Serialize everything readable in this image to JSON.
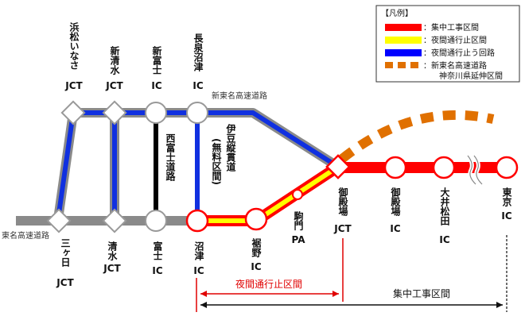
{
  "legend": {
    "title": "【凡例】",
    "items": [
      {
        "label": "：集中工事区間",
        "color": "#ff0000"
      },
      {
        "label": "：夜間通行止区間",
        "color": "#ffff00"
      },
      {
        "label": "：夜間通行止う回路",
        "color": "#0000ff"
      },
      {
        "label": "：新東名高速道路",
        "color": "#e07000"
      }
    ],
    "note": "神奈川県延伸区間"
  },
  "roads": {
    "shin_tomei": "新東名高速道路",
    "tomei": "東名高速道路",
    "nishi_fuji": "西富士道路",
    "izu_jukan": "伊豆縦貫道",
    "izu_jukan_note": "(無料区間)"
  },
  "nodes": {
    "hamamatsu_inasa": "浜松いなさ",
    "hamamatsu_inasa_sfx": "JCT",
    "shin_shimizu": "新清水",
    "shin_shimizu_sfx": "JCT",
    "shin_fuji": "新富士",
    "shin_fuji_sfx": "IC",
    "nagaizumi_numazu": "長泉沼津",
    "nagaizumi_numazu_sfx": "IC",
    "mikkabi": "三ヶ日",
    "mikkabi_sfx": "JCT",
    "shimizu": "清水",
    "shimizu_sfx": "JCT",
    "fuji": "富士",
    "fuji_sfx": "IC",
    "numazu": "沼津",
    "numazu_sfx": "IC",
    "susono": "裾野",
    "susono_sfx": "IC",
    "komakado": "駒門",
    "komakado_sfx": "PA",
    "gotemba_jct": "御殿場",
    "gotemba_jct_sfx": "JCT",
    "gotemba_ic": "御殿場",
    "gotemba_ic_sfx": "IC",
    "oi_matsuda": "大井松田",
    "oi_matsuda_sfx": "IC",
    "tokyo": "東京",
    "tokyo_sfx": "IC"
  },
  "spans": {
    "night_closure": "夜間通行止区間",
    "intensive_work": "集中工事区間"
  }
}
